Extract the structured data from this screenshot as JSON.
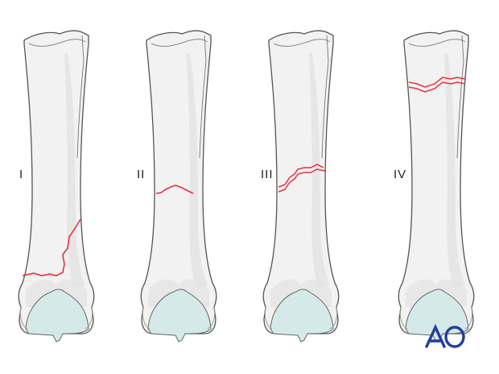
{
  "diagram": {
    "type": "bone-fracture-classification",
    "colors": {
      "bone_fill": "#f2f2f2",
      "bone_shade": "#e3e3e3",
      "bone_outline": "#555555",
      "cartilage_fill": "#d6e9e9",
      "fracture_line": "#e8303a",
      "logo": "#1f3f9e"
    },
    "bones": [
      {
        "label": "I",
        "fracture": "distal-oblique-to-physis"
      },
      {
        "label": "II",
        "fracture": "mid-diaphyseal-transverse"
      },
      {
        "label": "III",
        "fracture": "mid-diaphyseal-oblique-double-line"
      },
      {
        "label": "IV",
        "fracture": "proximal-transverse-double-line"
      }
    ],
    "logo": {
      "text": "AO"
    }
  }
}
